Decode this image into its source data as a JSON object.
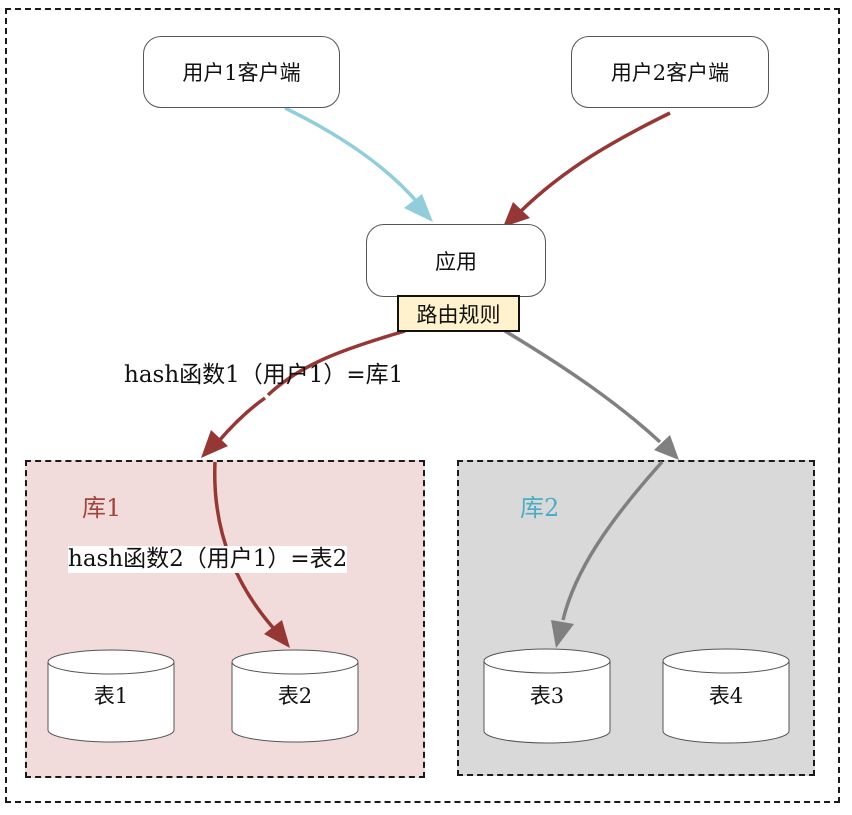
{
  "diagram": {
    "clients": [
      {
        "label": "用户1客户端"
      },
      {
        "label": "用户2客户端"
      }
    ],
    "app": {
      "label": "应用"
    },
    "routing_rule": {
      "label": "路由规则"
    },
    "hash_labels": {
      "db_hash": "hash函数1（用户1）=库1",
      "table_hash": "hash函数2（用户1）=表2"
    },
    "databases": [
      {
        "label": "库1",
        "label_color": "#a0453f",
        "fill": "#f2dcdb",
        "tables": [
          {
            "label": "表1"
          },
          {
            "label": "表2"
          }
        ]
      },
      {
        "label": "库2",
        "label_color": "#4bacc6",
        "fill": "#d9d9d9",
        "tables": [
          {
            "label": "表3"
          },
          {
            "label": "表4"
          }
        ]
      }
    ],
    "edges": [
      {
        "from": "用户1客户端",
        "to": "应用",
        "color": "#92cddc"
      },
      {
        "from": "用户2客户端",
        "to": "应用",
        "color": "#953735"
      },
      {
        "from": "路由规则",
        "to": "库1",
        "color": "#953735"
      },
      {
        "from": "路由规则",
        "to": "库2",
        "color": "#808080"
      },
      {
        "from": "库1",
        "to": "表2",
        "color": "#953735"
      },
      {
        "from": "库2",
        "to": "表3",
        "color": "#808080"
      }
    ]
  }
}
